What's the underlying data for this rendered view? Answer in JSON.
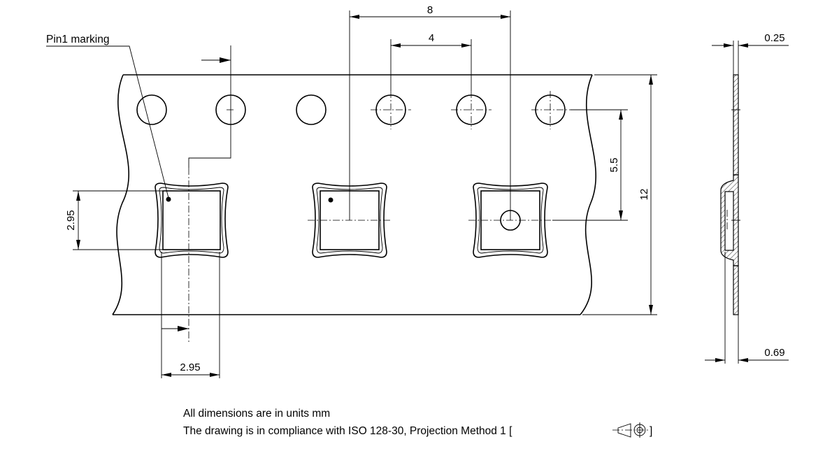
{
  "labels": {
    "pin1_marking": "Pin1 marking",
    "pitch_8": "8",
    "pitch_4": "4",
    "offset_5_5": "5.5",
    "width_12": "12",
    "pocket_2_95_vertical": "2.95",
    "pocket_2_95_horizontal": "2.95",
    "thickness_0_25": "0.25",
    "thickness_0_69": "0.69"
  },
  "notes": {
    "units": "All dimensions are in units mm",
    "standard": "The drawing is in compliance with ISO 128-30, Projection Method 1 ["
  }
}
